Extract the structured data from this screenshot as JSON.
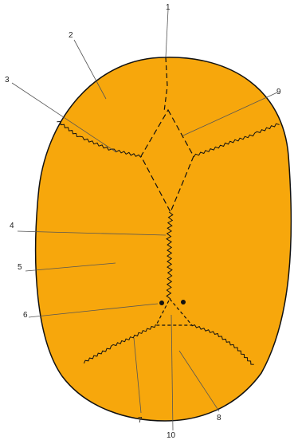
{
  "colors": {
    "skull_fill": "#f7a70c",
    "outline": "#111111",
    "leader": "#555555",
    "background": "#ffffff"
  },
  "labels": [
    {
      "id": "1",
      "text": "1"
    },
    {
      "id": "2",
      "text": "2"
    },
    {
      "id": "3",
      "text": "3"
    },
    {
      "id": "4",
      "text": "4"
    },
    {
      "id": "5",
      "text": "5"
    },
    {
      "id": "6",
      "text": "6"
    },
    {
      "id": "7",
      "text": "7"
    },
    {
      "id": "8",
      "text": "8"
    },
    {
      "id": "9",
      "text": "9"
    },
    {
      "id": "10",
      "text": "10"
    }
  ]
}
